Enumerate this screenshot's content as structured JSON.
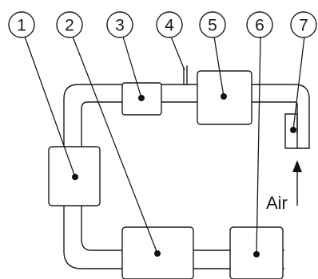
{
  "callouts": [
    {
      "id": "1",
      "label": "1"
    },
    {
      "id": "2",
      "label": "2"
    },
    {
      "id": "3",
      "label": "3"
    },
    {
      "id": "4",
      "label": "4"
    },
    {
      "id": "5",
      "label": "5"
    },
    {
      "id": "6",
      "label": "6"
    },
    {
      "id": "7",
      "label": "7"
    }
  ],
  "air_label": "Air",
  "colors": {
    "line": "#1a1a1a",
    "background": "#ffffff"
  }
}
